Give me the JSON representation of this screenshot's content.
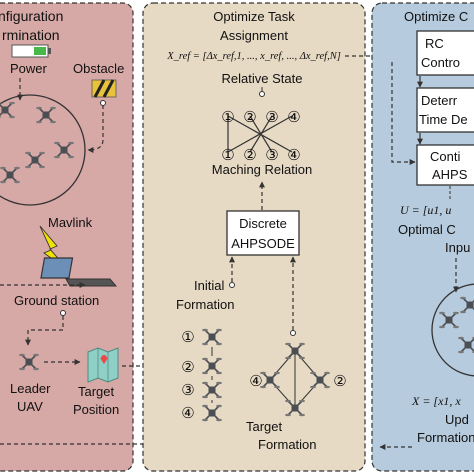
{
  "panels": {
    "left": {
      "title_line1": "nfiguration",
      "title_line2": "rmination",
      "power": "Power",
      "obstacle": "Obstacle",
      "mavlink": "Mavlink",
      "ground_station": "Ground station",
      "leader_line1": "Leader",
      "leader_line2": "UAV",
      "target_position_line1": "Target",
      "target_position_line2": "Position"
    },
    "middle": {
      "title_line1": "Optimize Task",
      "title_line2": "Assignment",
      "xref": "X_ref = [Δx_ref,1, ..., x_ref, ..., Δx_ref,N]",
      "relative_state": "Relative State",
      "matching_relation": "Maching Relation",
      "discrete_line1": "Discrete",
      "discrete_line2": "AHPSODE",
      "initial_line1": "Initial",
      "initial_line2": "Formation",
      "target_line1": "Target",
      "target_line2": "Formation",
      "top_nodes": [
        "①",
        "②",
        "③",
        "④"
      ],
      "bottom_nodes": [
        "①",
        "②",
        "③",
        "④"
      ],
      "initial_nodes": [
        "①",
        "②",
        "③",
        "④"
      ],
      "target_nodes": [
        "④",
        "②"
      ]
    },
    "right": {
      "title": "Optimize C",
      "box1_line1": "RC",
      "box1_line2": "Contro",
      "box2_line1": "Deterr",
      "box2_line2": "Time De",
      "box3_line1": "Conti",
      "box3_line2": "AHPS",
      "u_formula": "U = [u1, u",
      "optimal_line1": "Optimal C",
      "optimal_line2": "Inpu",
      "x_formula": "X = [x1, x",
      "update_line1": "Upd",
      "update_line2": "Formation"
    }
  },
  "colors": {
    "left_bg": "#d7a9a6",
    "middle_bg": "#e7dac5",
    "right_bg": "#b6cbdd",
    "arrow": "#333333",
    "battery": "#49b84a",
    "mavlink_bolt": "#f2e200"
  }
}
